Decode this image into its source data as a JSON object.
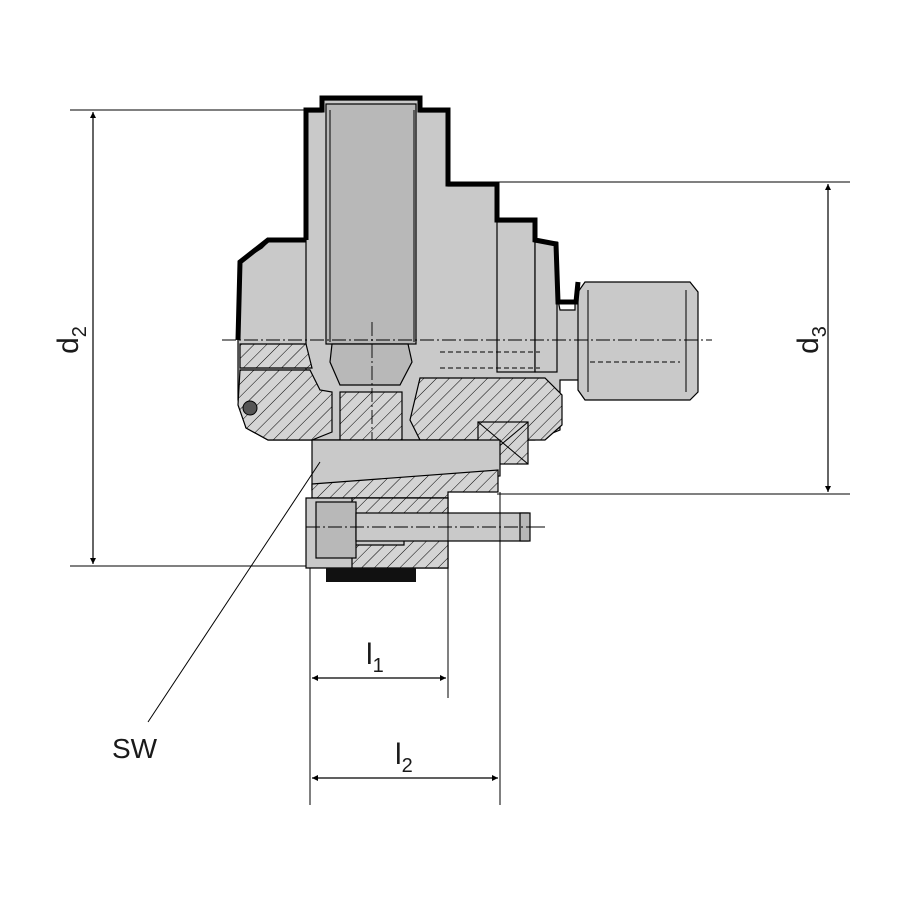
{
  "labels": {
    "d2": {
      "main": "d",
      "sub": "2"
    },
    "d3": {
      "main": "d",
      "sub": "3"
    },
    "l1": {
      "main": "l",
      "sub": "1"
    },
    "l2": {
      "main": "l",
      "sub": "2"
    },
    "sw": "SW"
  }
}
